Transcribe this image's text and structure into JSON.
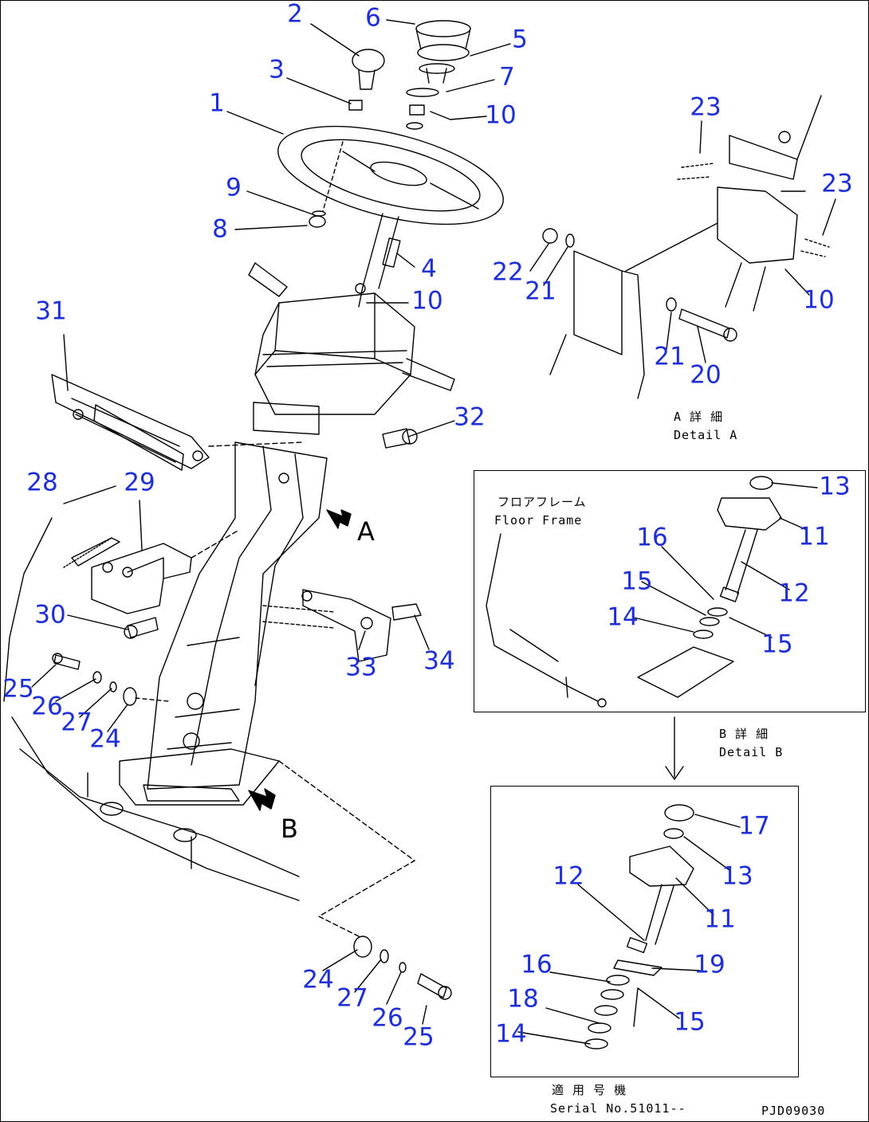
{
  "part_labels": [
    {
      "id": "1",
      "text": "1"
    },
    {
      "id": "2",
      "text": "2"
    },
    {
      "id": "3",
      "text": "3"
    },
    {
      "id": "4",
      "text": "4"
    },
    {
      "id": "5",
      "text": "5"
    },
    {
      "id": "6",
      "text": "6"
    },
    {
      "id": "7",
      "text": "7"
    },
    {
      "id": "8",
      "text": "8"
    },
    {
      "id": "9",
      "text": "9"
    },
    {
      "id": "10a",
      "text": "10"
    },
    {
      "id": "10b",
      "text": "10"
    },
    {
      "id": "10c",
      "text": "10"
    },
    {
      "id": "11a",
      "text": "11"
    },
    {
      "id": "11b",
      "text": "11"
    },
    {
      "id": "12a",
      "text": "12"
    },
    {
      "id": "12b",
      "text": "12"
    },
    {
      "id": "13a",
      "text": "13"
    },
    {
      "id": "13b",
      "text": "13"
    },
    {
      "id": "14a",
      "text": "14"
    },
    {
      "id": "14b",
      "text": "14"
    },
    {
      "id": "15a",
      "text": "15"
    },
    {
      "id": "15b",
      "text": "15"
    },
    {
      "id": "15c",
      "text": "15"
    },
    {
      "id": "16a",
      "text": "16"
    },
    {
      "id": "16b",
      "text": "16"
    },
    {
      "id": "17",
      "text": "17"
    },
    {
      "id": "18",
      "text": "18"
    },
    {
      "id": "19",
      "text": "19"
    },
    {
      "id": "20",
      "text": "20"
    },
    {
      "id": "21a",
      "text": "21"
    },
    {
      "id": "21b",
      "text": "21"
    },
    {
      "id": "22",
      "text": "22"
    },
    {
      "id": "23a",
      "text": "23"
    },
    {
      "id": "23b",
      "text": "23"
    },
    {
      "id": "24a",
      "text": "24"
    },
    {
      "id": "24b",
      "text": "24"
    },
    {
      "id": "25a",
      "text": "25"
    },
    {
      "id": "25b",
      "text": "25"
    },
    {
      "id": "26a",
      "text": "26"
    },
    {
      "id": "26b",
      "text": "26"
    },
    {
      "id": "27a",
      "text": "27"
    },
    {
      "id": "27b",
      "text": "27"
    },
    {
      "id": "28",
      "text": "28"
    },
    {
      "id": "29",
      "text": "29"
    },
    {
      "id": "30",
      "text": "30"
    },
    {
      "id": "31",
      "text": "31"
    },
    {
      "id": "32",
      "text": "32"
    },
    {
      "id": "33",
      "text": "33"
    },
    {
      "id": "34",
      "text": "34"
    }
  ],
  "view_markers": {
    "a": "A",
    "b": "B"
  },
  "captions": {
    "detail_a_jp": "A 詳 細",
    "detail_a_en": "Detail A",
    "detail_b_jp": "B 詳 細",
    "detail_b_en": "Detail B",
    "floor_frame_jp": "フロアフレーム",
    "floor_frame_en": "Floor Frame",
    "serial_jp": "適 用 号 機",
    "serial_en": "Serial No.51011--",
    "drawing_code": "PJD09030"
  },
  "colors": {
    "label_blue": "#1f2fd6",
    "line_black": "#000000"
  }
}
